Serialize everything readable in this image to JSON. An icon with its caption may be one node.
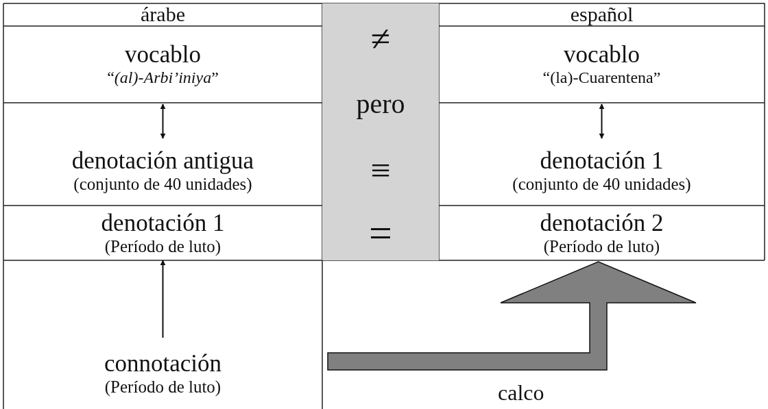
{
  "diagram": {
    "nodes": [
      {
        "text": [
          "árabe"
        ]
      },
      {
        "text": [
          "≠",
          "pero",
          "≡"
        ]
      },
      {
        "text": [
          "español"
        ]
      },
      {
        "text": [
          "vocablo",
          "“*(al)-Arbi’iniya*”"
        ]
      },
      {
        "text": [
          "vocablo",
          "“(la)-Cuarentena”"
        ]
      },
      {
        "text": [
          "denotación antigua",
          "(conjunto de 40 unidades)"
        ]
      },
      {
        "text": [
          "denotación 1",
          "(conjunto de 40 unidades)"
        ]
      },
      {
        "text": [
          "denotación 1",
          "(Período de luto)"
        ]
      },
      {
        "text": [
          "="
        ]
      },
      {
        "text": [
          "denotación 2",
          "(Período de luto)"
        ]
      },
      {
        "text": [
          "connotación",
          "(Período de luto)"
        ]
      }
    ],
    "edges": [
      {
        "from": 3,
        "to": 5,
        "arrow": "both"
      },
      {
        "from": 4,
        "to": 6,
        "arrow": "both"
      },
      {
        "from": 10,
        "to": 7,
        "arrow": "to"
      },
      {
        "from": 10,
        "to": 9,
        "arrow": "to",
        "label": "calco",
        "style": "thick",
        "color": "#808080"
      }
    ]
  }
}
